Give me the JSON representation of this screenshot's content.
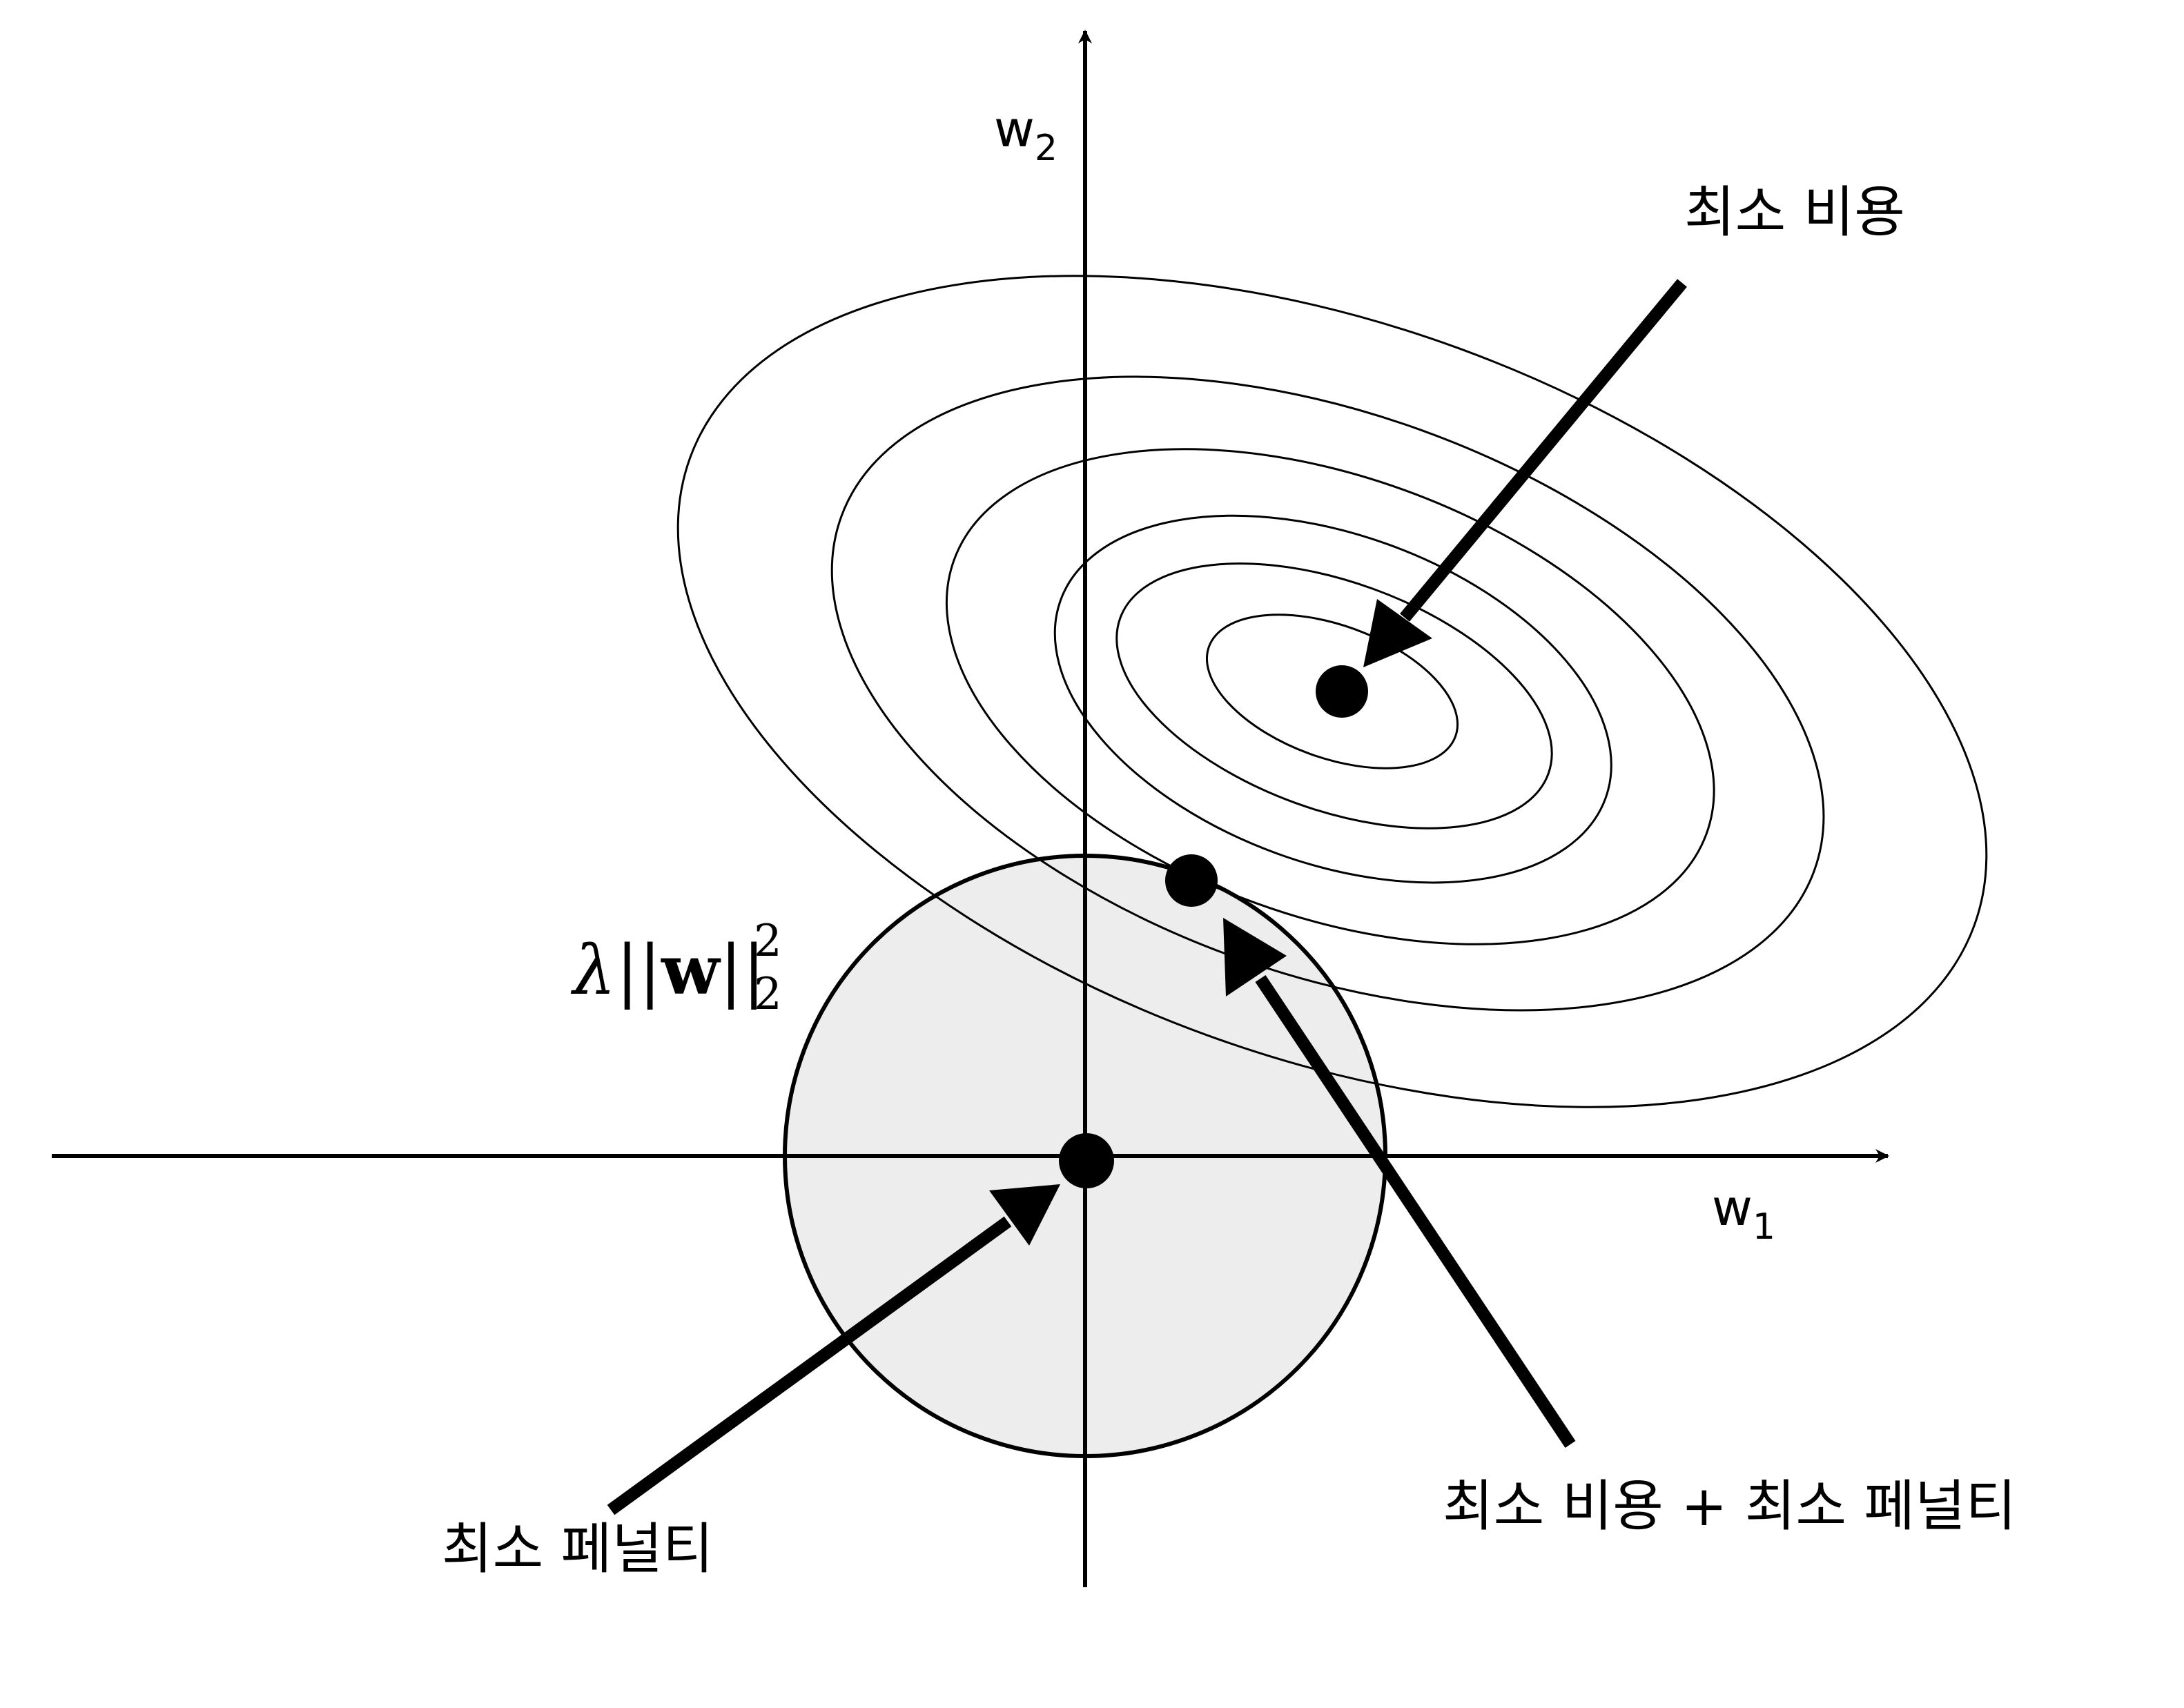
{
  "axes": {
    "x_label": "w",
    "x_subscript": "1",
    "y_label": "w",
    "y_subscript": "2"
  },
  "penalty_term": {
    "lambda": "λ",
    "norm_open": "||",
    "variable": "w",
    "norm_close": "||",
    "superscript": "2",
    "subscript": "2"
  },
  "annotations": {
    "min_cost": "최소 비용",
    "min_penalty": "최소 페널티",
    "min_cost_plus_penalty": "최소 비용 + 최소 페널티"
  },
  "colors": {
    "stroke": "#000000",
    "penalty_region_fill": "#ededed",
    "background": "#ffffff"
  }
}
